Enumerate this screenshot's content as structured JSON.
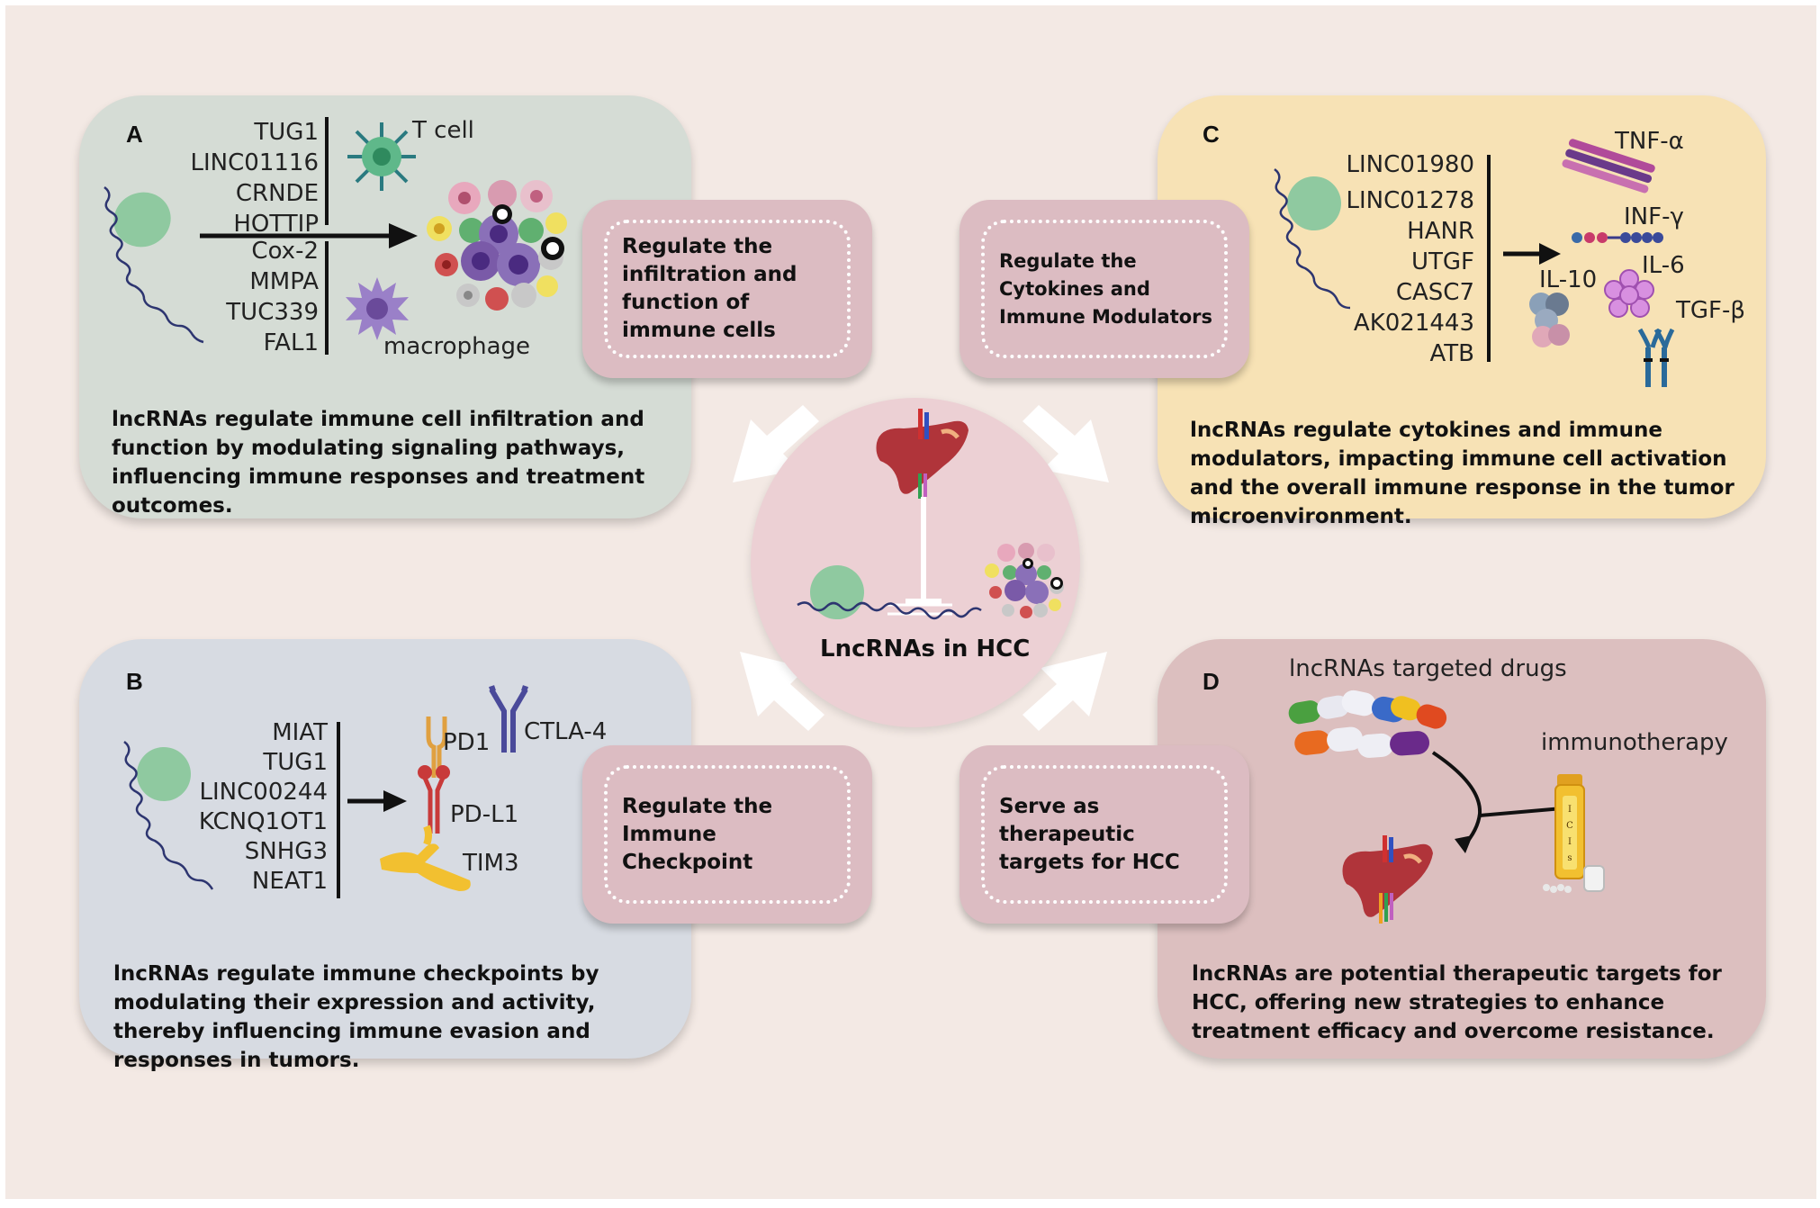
{
  "panels": {
    "a": {
      "letter": "A",
      "genes_top": [
        "TUG1",
        "LINC01116",
        "CRNDE",
        "HOTTIP"
      ],
      "genes_bottom": [
        "Cox-2",
        "MMPA",
        "TUC339",
        "FAL1"
      ],
      "t_cell_label": "T cell",
      "macrophage_label": "macrophage",
      "description": "lncRNAs regulate immune cell infiltration and function by modulating signaling pathways, influencing immune responses and treatment outcomes."
    },
    "b": {
      "letter": "B",
      "genes": [
        "MIAT",
        "TUG1",
        "LINC00244",
        "KCNQ1OT1",
        "SNHG3",
        "NEAT1"
      ],
      "pd1_label": "PD1",
      "ctla4_label": "CTLA-4",
      "pdl1_label": "PD-L1",
      "tim3_label": "TIM3",
      "description": "lncRNAs regulate immune checkpoints by modulating their expression and activity, thereby influencing immune evasion and responses in tumors."
    },
    "c": {
      "letter": "C",
      "genes": [
        "LINC01980",
        "LINC01278",
        "HANR",
        "UTGF",
        "CASC7",
        "AK021443",
        "ATB"
      ],
      "tnf_label": "TNF-α",
      "inf_label": "INF-γ",
      "il10_label": "IL-10",
      "il6_label": "IL-6",
      "tgf_label": "TGF-β",
      "description": "lncRNAs regulate cytokines and immune modulators, impacting immune cell activation and the overall immune response in the tumor microenvironment."
    },
    "d": {
      "letter": "D",
      "drugs_label": "lncRNAs targeted drugs",
      "immuno_label": "immunotherapy",
      "ici_label": "ICIs",
      "description": "lncRNAs are potential therapeutic targets for HCC, offering new strategies to enhance treatment efficacy and overcome resistance."
    }
  },
  "boxes": {
    "infiltration": "Regulate the infiltration and function of immune cells",
    "cytokines": "Regulate the Cytokines and Immune Modulators",
    "checkpoint": "Regulate the Immune Checkpoint",
    "therapeutic": "Serve as  therapeutic targets for HCC"
  },
  "center": {
    "label": "LncRNAs in HCC"
  },
  "colors": {
    "panel_a": "#d5dcd5",
    "panel_b": "#d7dbe2",
    "panel_c": "#f7e2b5",
    "panel_d": "#dcbfbf",
    "box": "#dcbcc2",
    "center": "#ecd0d4",
    "lncrna_blob": "#8fc9a0",
    "lncrna_strand": "#2d3570",
    "liver": "#b0343a"
  }
}
